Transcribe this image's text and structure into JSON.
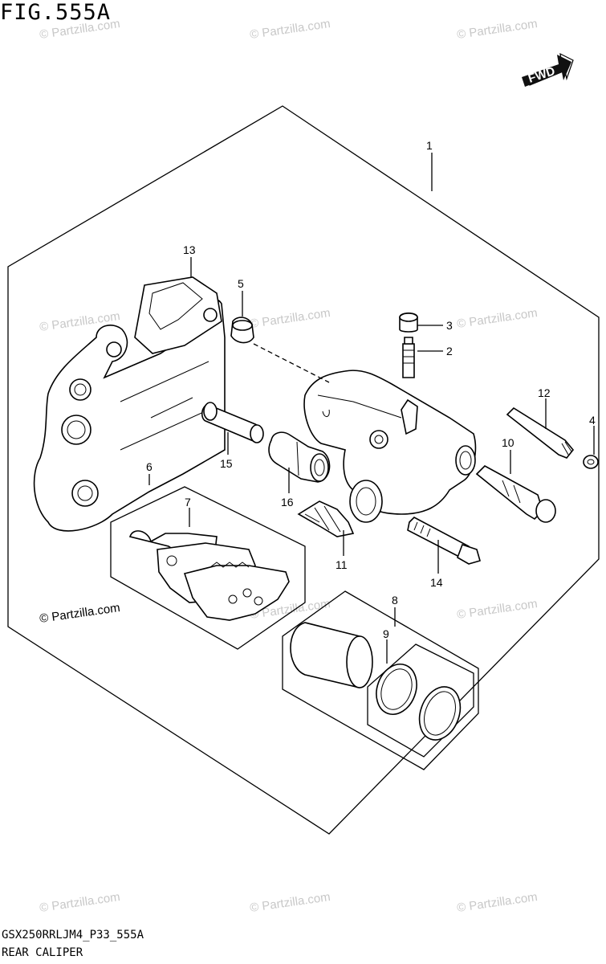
{
  "figure": {
    "title": "FIG.555A",
    "code": "GSX250RRLJM4_P33_555A",
    "description": "REAR CALIPER"
  },
  "fwd_badge": {
    "label": "FWD"
  },
  "watermark": {
    "text": "© Partzilla.com",
    "emphasized_text": "© Partzilla.com"
  },
  "callouts": [
    {
      "id": "1",
      "label": "1"
    },
    {
      "id": "2",
      "label": "2"
    },
    {
      "id": "3",
      "label": "3"
    },
    {
      "id": "4",
      "label": "4"
    },
    {
      "id": "5",
      "label": "5"
    },
    {
      "id": "6",
      "label": "6"
    },
    {
      "id": "7",
      "label": "7"
    },
    {
      "id": "8",
      "label": "8"
    },
    {
      "id": "9",
      "label": "9"
    },
    {
      "id": "10",
      "label": "10"
    },
    {
      "id": "11",
      "label": "11"
    },
    {
      "id": "12",
      "label": "12"
    },
    {
      "id": "13",
      "label": "13"
    },
    {
      "id": "14",
      "label": "14"
    },
    {
      "id": "15",
      "label": "15"
    },
    {
      "id": "16",
      "label": "16"
    }
  ]
}
